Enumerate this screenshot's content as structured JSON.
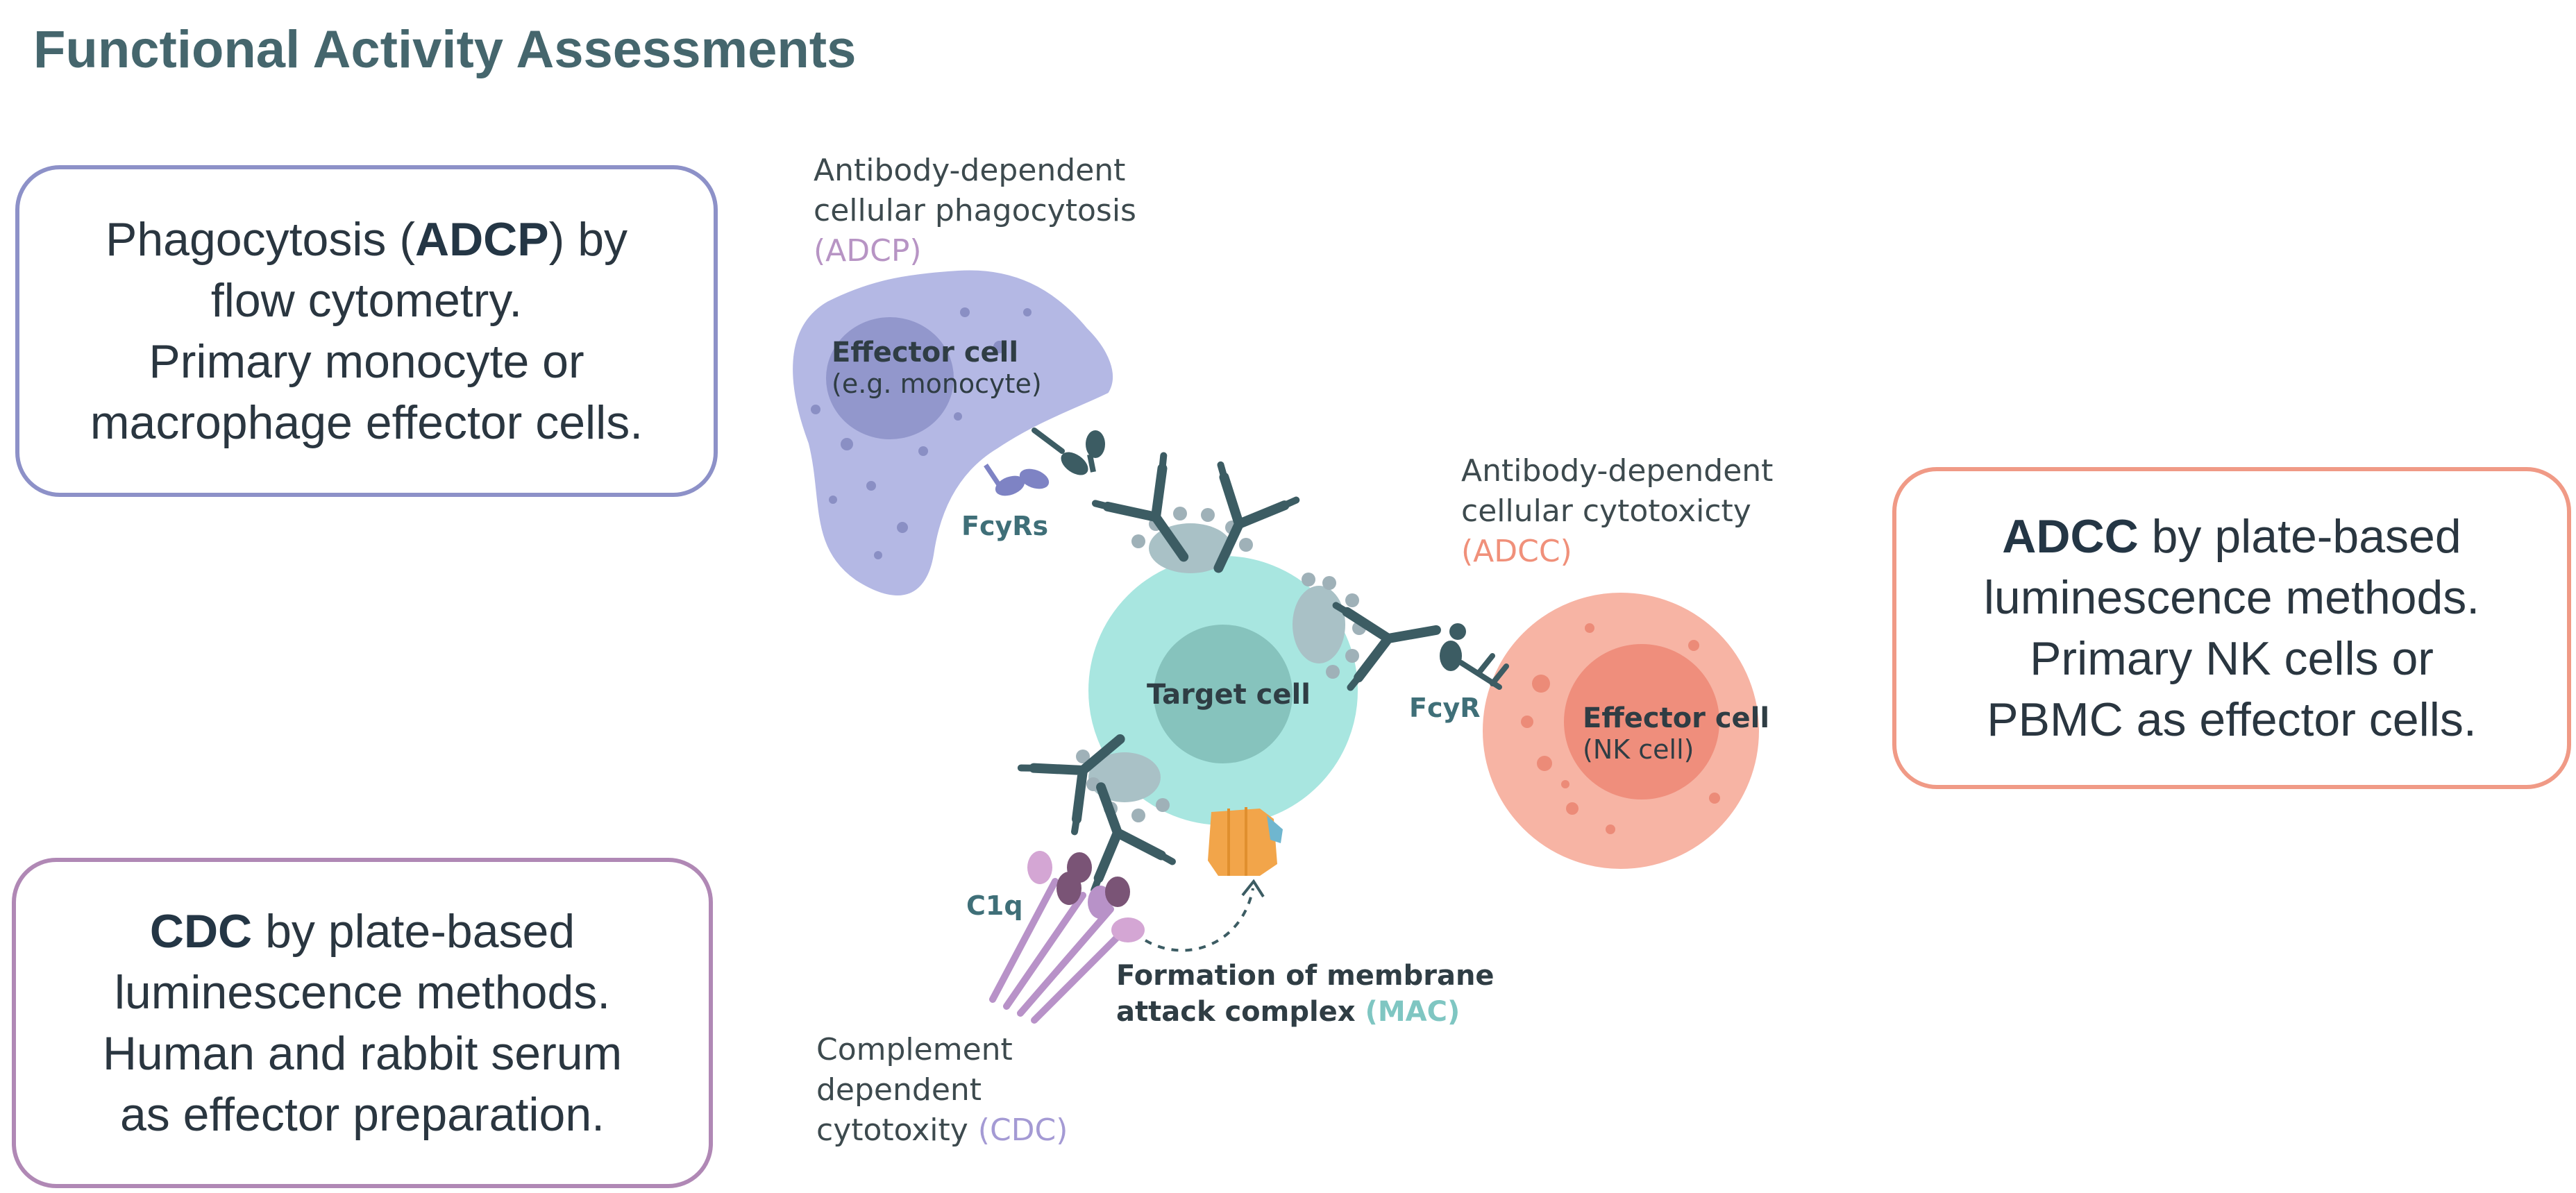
{
  "title": "Functional Activity Assessments",
  "boxes": {
    "adcp": {
      "l1_pre": "Phagocytosis (",
      "l1_bold": "ADCP",
      "l1_post": ") by",
      "l2": "flow cytometry.",
      "l3": "Primary monocyte or",
      "l4": "macrophage effector cells."
    },
    "adcc": {
      "l1_bold": "ADCC",
      "l1_post": " by plate-based",
      "l2": "luminescence methods.",
      "l3": "Primary NK cells or",
      "l4": "PBMC as effector cells."
    },
    "cdc": {
      "l1_bold": "CDC",
      "l1_post": " by plate-based",
      "l2": "luminescence methods.",
      "l3": "Human and rabbit serum",
      "l4": "as effector preparation."
    }
  },
  "diagram": {
    "adcp": {
      "line1": "Antibody-dependent",
      "line2": "cellular phagocytosis",
      "abbr": "(ADCP)"
    },
    "adcc": {
      "line1": "Antibody-dependent",
      "line2": "cellular cytotoxicty",
      "abbr": "(ADCC)"
    },
    "cdc": {
      "line1": "Complement",
      "line2": "dependent",
      "line3": "cytotoxity",
      "abbr": "(CDC)"
    },
    "effector_monocyte": {
      "title": "Effector cell",
      "sub": "(e.g. monocyte)"
    },
    "effector_nk": {
      "title": "Effector cell",
      "sub": "(NK cell)"
    },
    "target_cell": "Target cell",
    "fcyrs": "FcyRs",
    "fcyr": "FcyR",
    "c1q": "C1q",
    "mac": {
      "line1": "Formation of membrane",
      "line2_pre": "attack complex ",
      "abbr": "(MAC)"
    }
  },
  "colors": {
    "title": "#45666d",
    "adcp_border": "#8d91c8",
    "adcc_border": "#f09a86",
    "cdc_border": "#b088b5",
    "monocyte": "#b4b8e4",
    "target": "#a8e6e0",
    "nk": "#f7b4a4",
    "antibody": "#3c5c63"
  }
}
